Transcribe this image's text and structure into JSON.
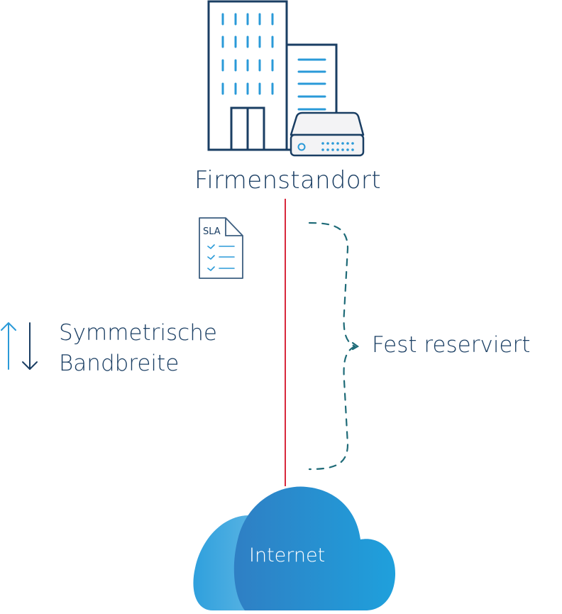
{
  "diagram": {
    "building": {
      "label": "Firmenstandort",
      "icon": "office-building-icon"
    },
    "server": {
      "icon": "server-icon"
    },
    "sla": {
      "icon": "sla-document-icon",
      "text": "SLA",
      "checklist_items": 3
    },
    "bandwidth": {
      "line1": "Symmetrische",
      "line2": "Bandbreite",
      "icons": [
        "arrow-up-icon",
        "arrow-down-icon"
      ]
    },
    "reserved": {
      "label": "Fest reserviert",
      "icon": "curly-brace-icon"
    },
    "cloud": {
      "label": "Internet",
      "icon": "cloud-icon"
    },
    "connection": {
      "from": "Firmenstandort",
      "to": "Internet"
    }
  },
  "colors": {
    "dark_navy": "#1a3e63",
    "light_blue": "#2a9ad8",
    "connection_line": "#d8283c",
    "brace_teal": "#1f6b78",
    "server_fill": "#f3f3f5",
    "cloud_light": "#5ab4e2",
    "cloud_dark": "#2f7fc4",
    "cloud_mid": "#239bd8"
  }
}
